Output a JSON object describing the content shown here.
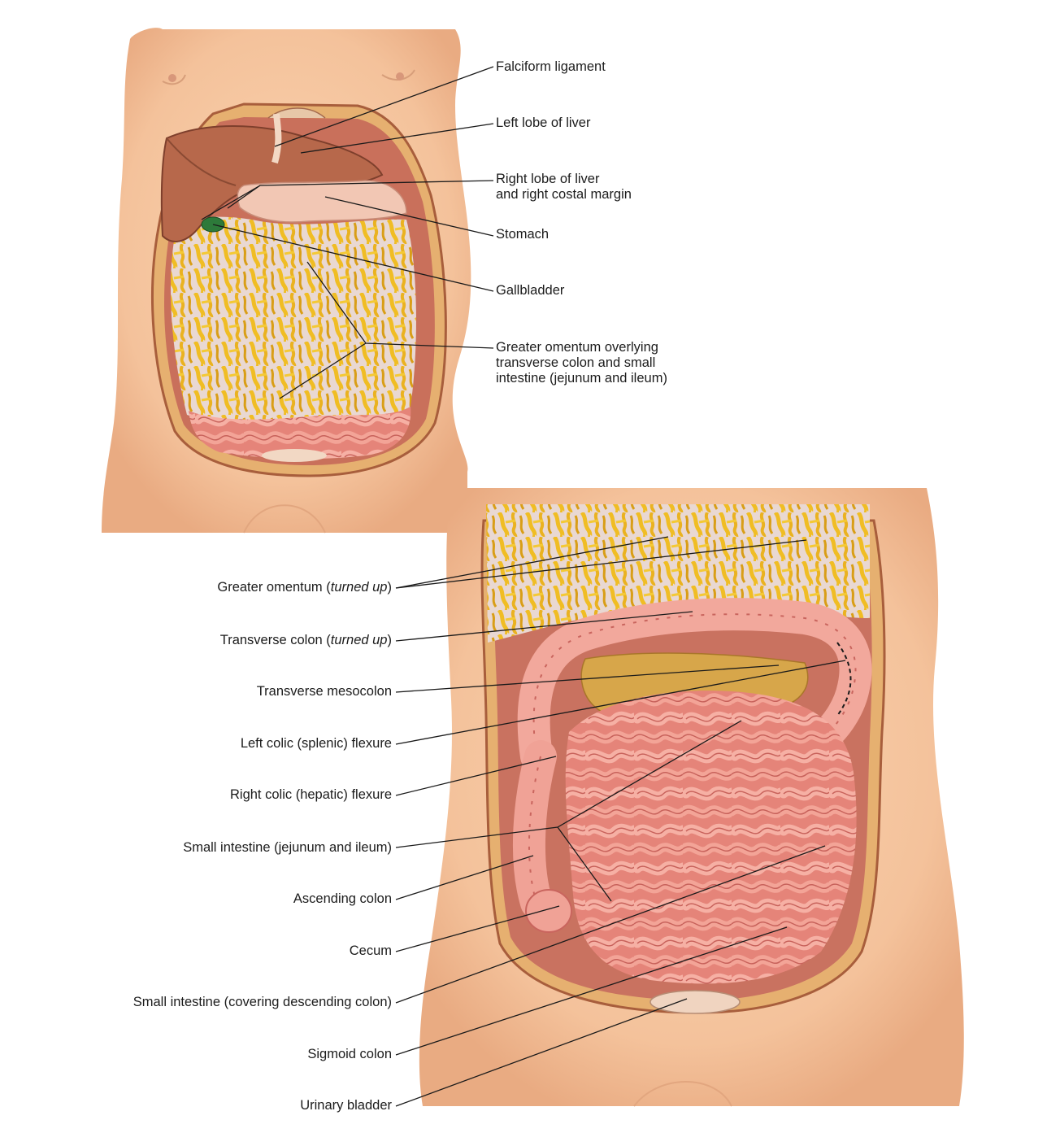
{
  "top_panel": {
    "labels": [
      {
        "id": "falciform",
        "lines": [
          "Falciform ligament"
        ]
      },
      {
        "id": "left-lobe",
        "lines": [
          "Left lobe of liver"
        ]
      },
      {
        "id": "right-lobe",
        "lines": [
          "Right lobe of liver",
          "and right costal margin"
        ]
      },
      {
        "id": "stomach",
        "lines": [
          "Stomach"
        ]
      },
      {
        "id": "gallbladder",
        "lines": [
          "Gallbladder"
        ]
      },
      {
        "id": "greater-omentum",
        "lines": [
          "Greater omentum overlying",
          "transverse colon and small",
          "intestine (jejunum and ileum)"
        ]
      }
    ]
  },
  "bottom_panel": {
    "labels": [
      {
        "id": "greater-omentum-up",
        "text": "Greater omentum (",
        "italic": "turned up",
        "suffix": ")"
      },
      {
        "id": "transverse-colon-up",
        "text": "Transverse colon (",
        "italic": "turned up",
        "suffix": ")"
      },
      {
        "id": "transverse-mesocolon",
        "text": "Transverse mesocolon"
      },
      {
        "id": "left-colic-flexure",
        "text": "Left colic (splenic) flexure"
      },
      {
        "id": "right-colic-flexure",
        "text": "Right colic (hepatic) flexure"
      },
      {
        "id": "small-intestine",
        "text": "Small intestine (jejunum and ileum)"
      },
      {
        "id": "ascending-colon",
        "text": "Ascending colon"
      },
      {
        "id": "cecum",
        "text": "Cecum"
      },
      {
        "id": "small-intestine-desc",
        "text": "Small intestine (covering descending colon)"
      },
      {
        "id": "sigmoid-colon",
        "text": "Sigmoid colon"
      },
      {
        "id": "urinary-bladder",
        "text": "Urinary bladder"
      }
    ]
  },
  "colors": {
    "skin": "#f6c7a0",
    "skin_shadow": "#e8a97c",
    "omentum": "#f1c12c",
    "omentum_dark": "#c98f12",
    "liver": "#b5684a",
    "stomach": "#f3c9b6",
    "intestine": "#e98c80",
    "intestine_dark": "#c55a55",
    "gallbladder": "#2d7a3a",
    "leader": "#1a1a1a"
  }
}
